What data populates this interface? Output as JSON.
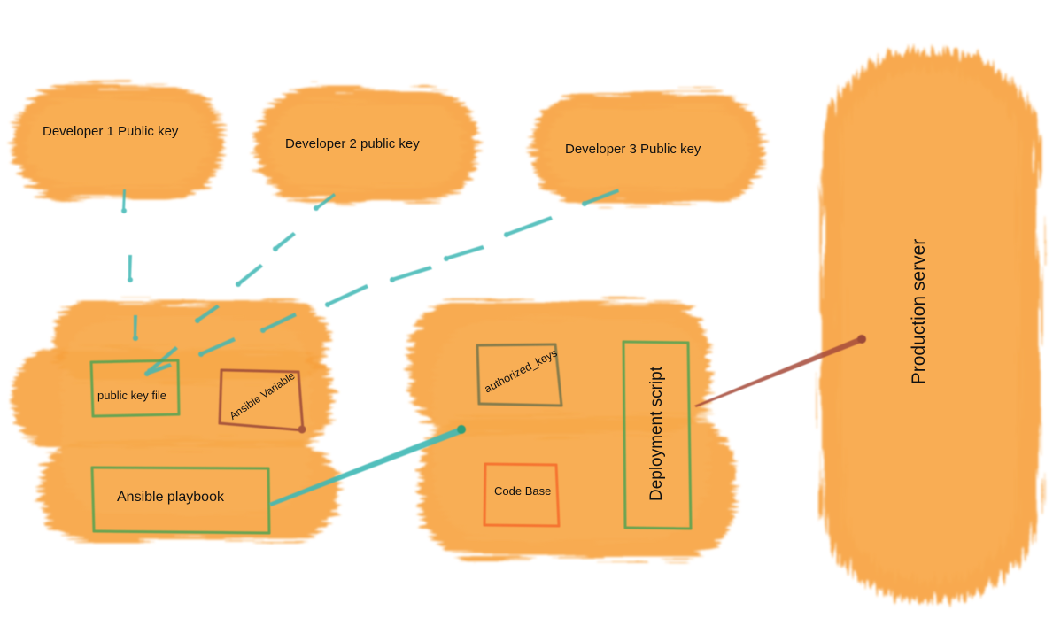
{
  "diagram": {
    "developers": [
      {
        "label": "Developer 1 Public key"
      },
      {
        "label": "Developer 2 public key"
      },
      {
        "label": "Developer 3 Public key"
      }
    ],
    "ansible_group": {
      "public_key_file": "public key file",
      "ansible_variable": "Ansible Variable",
      "ansible_playbook": "Ansible playbook"
    },
    "deploy_group": {
      "authorized_keys": "authorized_keys",
      "code_base": "Code Base",
      "deployment_script": "Deployment script"
    },
    "production_server": "Production server"
  },
  "colors": {
    "blob": "#f7a23f",
    "blob_light": "#fbc47a",
    "arrow_teal": "#3fb8b5",
    "box_green": "#5aa351",
    "box_red": "#9c4a38",
    "box_dark": "#6b6f4a",
    "box_orange": "#f56a2b",
    "link_brown": "#a64a3a"
  }
}
